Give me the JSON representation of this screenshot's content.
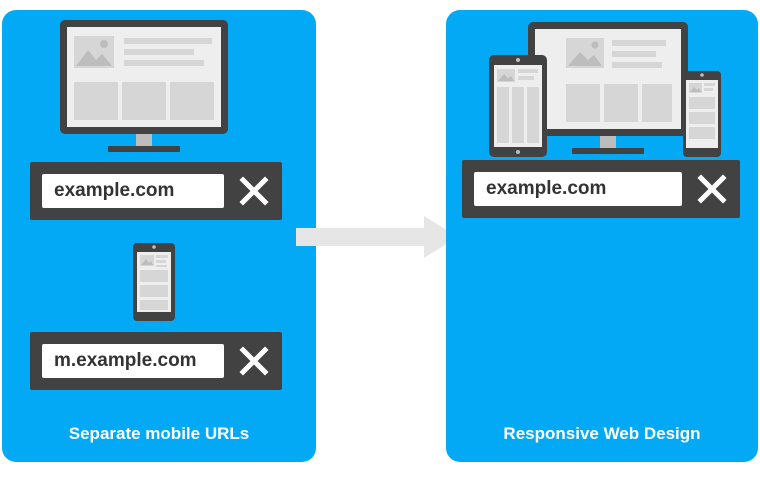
{
  "left_panel": {
    "desktop_url": "example.com",
    "mobile_url": "m.example.com",
    "caption": "Separate mobile URLs"
  },
  "right_panel": {
    "url": "example.com",
    "caption": "Responsive Web Design"
  },
  "icons": {
    "desktop": "desktop-monitor-icon",
    "phone": "smartphone-icon",
    "tablet": "tablet-icon",
    "close": "close-icon",
    "arrow": "arrow-right-icon"
  },
  "colors": {
    "panel": "#03A9F4",
    "bar": "#424242",
    "device_frame": "#424242",
    "device_screen": "#EEEEEE",
    "placeholder": "#D6D6D6",
    "arrow": "#E6E6E6"
  }
}
